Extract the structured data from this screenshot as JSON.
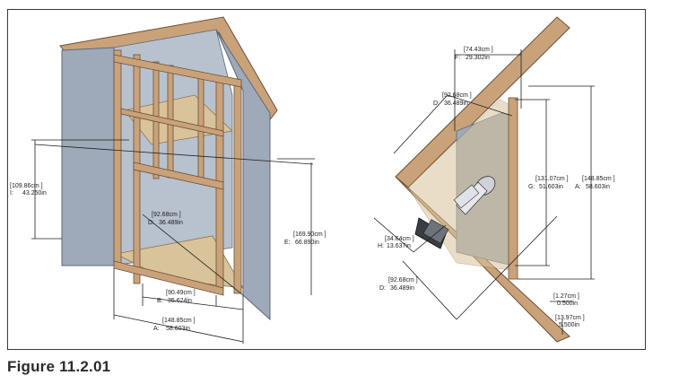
{
  "figure": {
    "caption": "Figure 11.2.01"
  },
  "left_view": {
    "dim_height_total": {
      "cm": "[109.86cm ]",
      "in": "43.250in",
      "prefix": "I:"
    },
    "dim_depth": {
      "cm": "[92.68cm ]",
      "in": "36.489in",
      "prefix": "D:"
    },
    "dim_height_wall": {
      "cm": "[169.90cm ]",
      "in": "66.890in",
      "prefix": "E:"
    },
    "dim_width_b": {
      "cm": "[90.49cm ]",
      "in": "35.624in",
      "prefix": "B:"
    },
    "dim_width_a": {
      "cm": "[148.85cm ]",
      "in": "58.603in",
      "prefix": "A:"
    }
  },
  "right_view": {
    "dim_f": {
      "cm": "[74.43cm ]",
      "in": "29.302in",
      "prefix": "F:"
    },
    "dim_d_top": {
      "cm": "[92.68cm ]",
      "in": "36.489in",
      "prefix": "D:"
    },
    "dim_g": {
      "cm": "[131.07cm ]",
      "in": "51.603in",
      "prefix": "G:"
    },
    "dim_a": {
      "cm": "[148.85cm ]",
      "in": "58.603in",
      "prefix": "A:"
    },
    "dim_h": {
      "cm": "[34.64cm ]",
      "in": "13.637in",
      "prefix": "H:"
    },
    "dim_d_bottom": {
      "cm": "[92.68cm ]",
      "in": "36.489in",
      "prefix": "D:"
    },
    "dim_thickness": {
      "cm": "[1.27cm ]",
      "in": "0.500in"
    },
    "dim_depth_small": {
      "cm": "[13.97cm ]",
      "in": "5.500in"
    }
  },
  "colors": {
    "wall_blue": "#9ea9b9",
    "wall_blue_dark": "#7f8b9d",
    "wood": "#c9a27a",
    "wood_dark": "#a88461",
    "osb": "#d8c39a",
    "frame_border": "#3a3a3a"
  }
}
